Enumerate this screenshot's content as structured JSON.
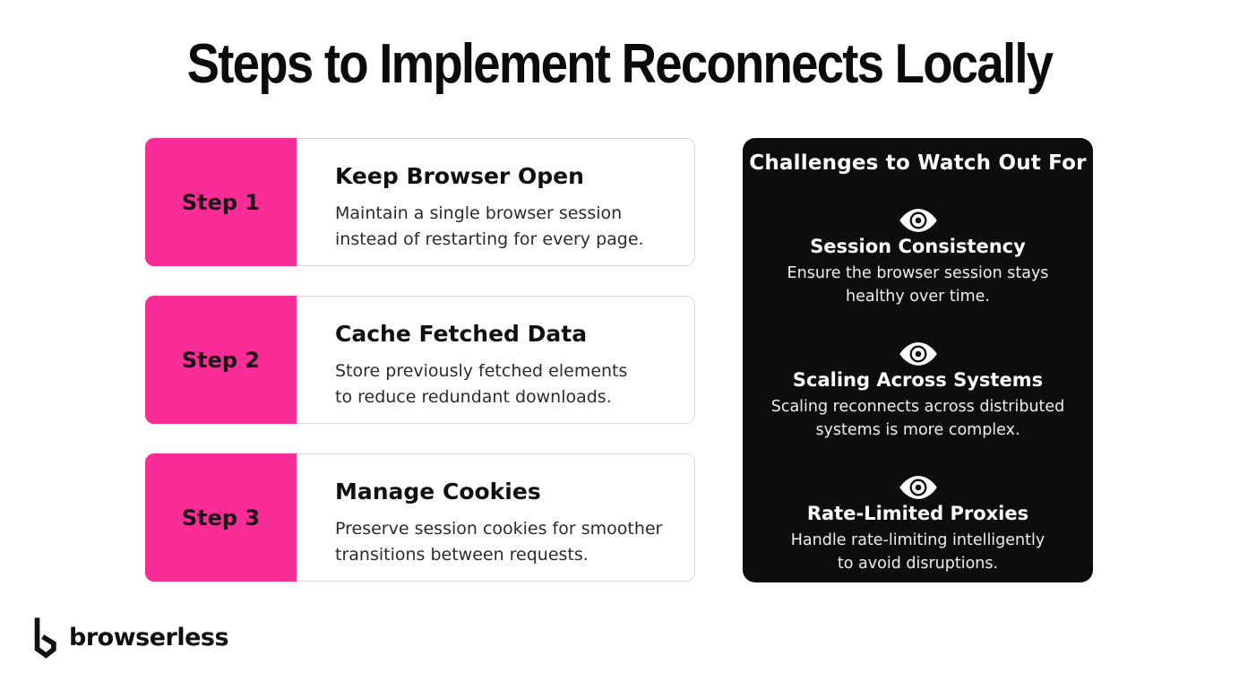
{
  "page": {
    "title": "Steps to Implement Reconnects Locally"
  },
  "colors": {
    "accent_pink": "#fa2d96",
    "panel_dark": "#0d0d0d",
    "card_border": "#d8d8d8",
    "text_dark": "#0b0b0b",
    "text_light": "#efefef"
  },
  "steps": [
    {
      "label": "Step 1",
      "title": "Keep Browser Open",
      "description": "Maintain a single browser session\ninstead of restarting for every page."
    },
    {
      "label": "Step 2",
      "title": "Cache Fetched Data",
      "description": "Store previously fetched elements\nto reduce redundant downloads."
    },
    {
      "label": "Step 3",
      "title": "Manage Cookies",
      "description": "Preserve session cookies for smoother\ntransitions between requests."
    }
  ],
  "challenges_panel": {
    "title": "Challenges to Watch Out For",
    "items": [
      {
        "icon": "eye-icon",
        "title": "Session Consistency",
        "description": "Ensure the browser session stays\nhealthy over time."
      },
      {
        "icon": "eye-icon",
        "title": "Scaling Across Systems",
        "description": "Scaling reconnects across distributed\nsystems is more complex."
      },
      {
        "icon": "eye-icon",
        "title": "Rate-Limited Proxies",
        "description": "Handle rate-limiting intelligently\nto avoid disruptions."
      }
    ]
  },
  "footer": {
    "logo_text": "browserless"
  }
}
